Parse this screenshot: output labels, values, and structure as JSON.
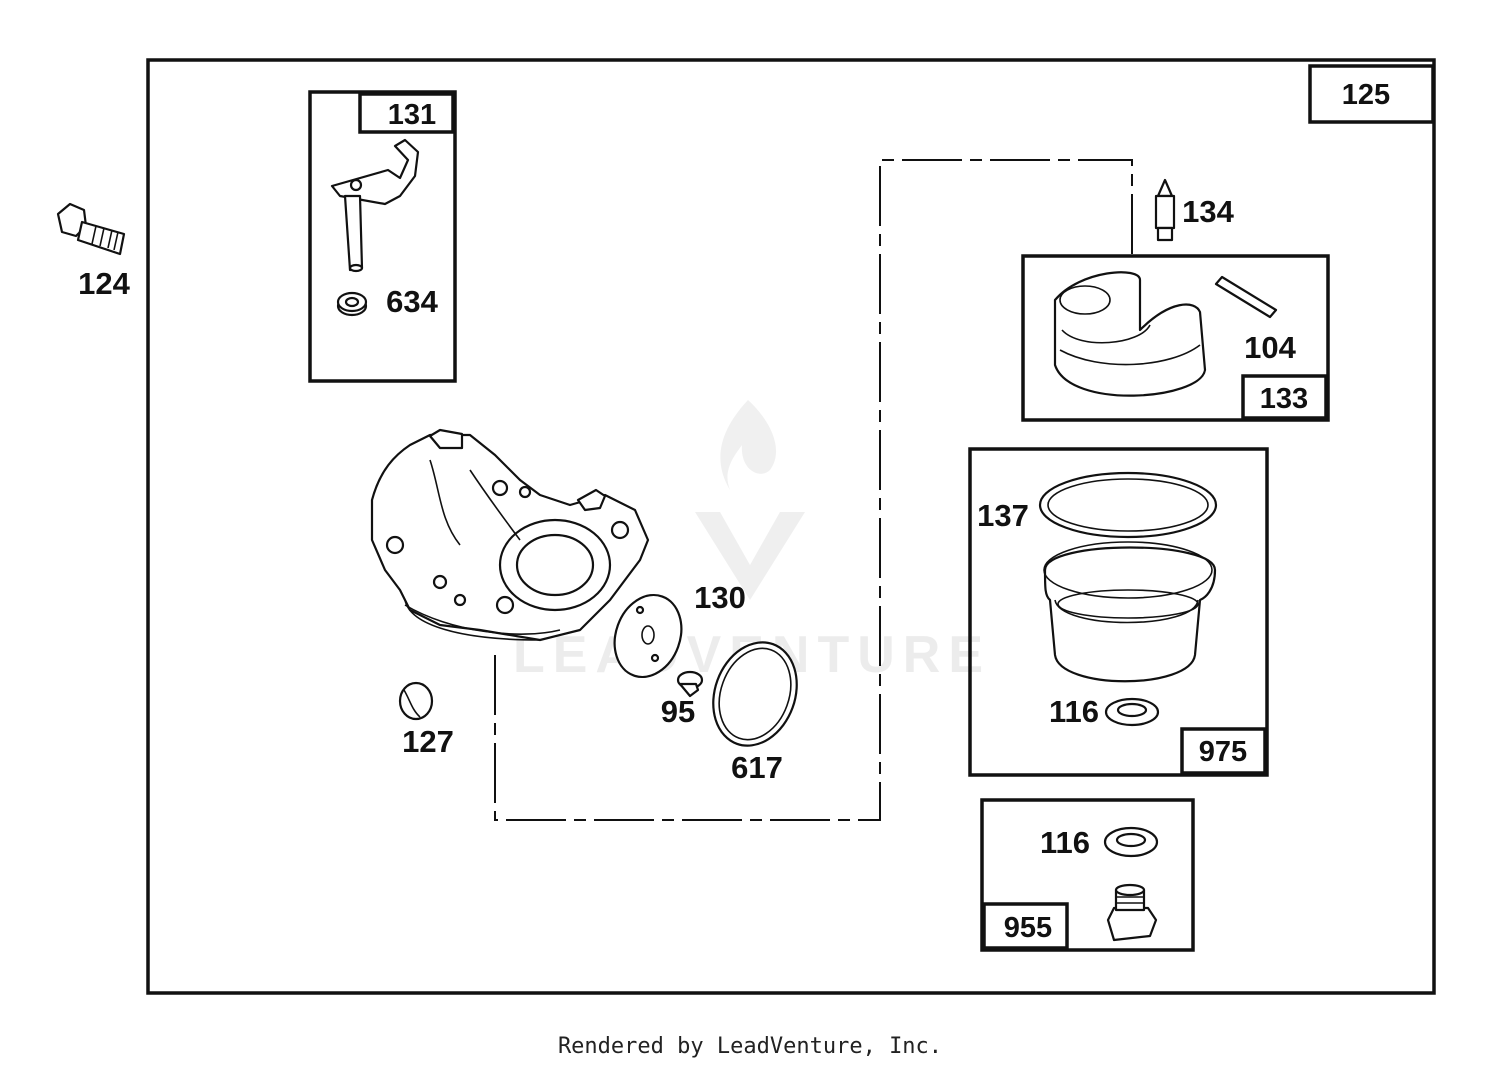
{
  "diagram": {
    "main_kit": "125",
    "bolt": "124",
    "throttle_shaft_kit": "131",
    "shaft_seal": "634",
    "inlet_needle": "134",
    "float_kit": "133",
    "float_pin": "104",
    "bowl_kit": "975",
    "bowl_gasket": "137",
    "bowl_washer_975": "116",
    "drain_kit": "955",
    "drain_washer_955": "116",
    "throttle_plate": "130",
    "plate_screw": "95",
    "o_ring": "617",
    "welch_plug": "127",
    "watermark": "LEADVENTURE"
  },
  "footer": {
    "text": "Rendered by LeadVenture, Inc."
  }
}
